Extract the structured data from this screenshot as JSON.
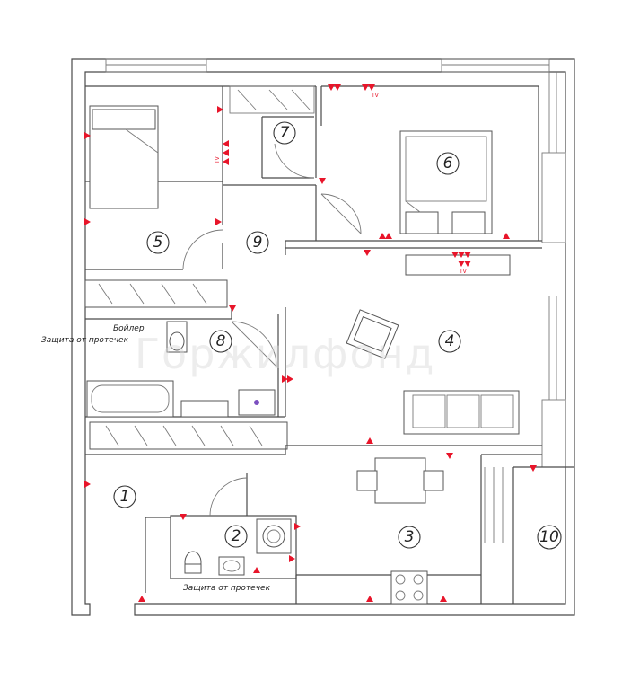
{
  "rooms": [
    {
      "id": "r1",
      "label": "1"
    },
    {
      "id": "r2",
      "label": "2"
    },
    {
      "id": "r3",
      "label": "3"
    },
    {
      "id": "r4",
      "label": "4"
    },
    {
      "id": "r5",
      "label": "5"
    },
    {
      "id": "r6",
      "label": "6"
    },
    {
      "id": "r7",
      "label": "7"
    },
    {
      "id": "r8",
      "label": "8"
    },
    {
      "id": "r9",
      "label": "9"
    },
    {
      "id": "r10",
      "label": "10"
    }
  ],
  "notes": {
    "boiler": "Бойлер",
    "leak_protection_top": "Защита от протечек",
    "leak_protection_bottom": "Защита от протечек"
  },
  "socket_labels": {
    "tv_top": "TV",
    "tv_bedroom": "TV",
    "tv_left": "TV"
  },
  "watermark": "Горжилфонд",
  "colors": {
    "socket": "#e8152a",
    "wall": "#4a4a4a"
  }
}
